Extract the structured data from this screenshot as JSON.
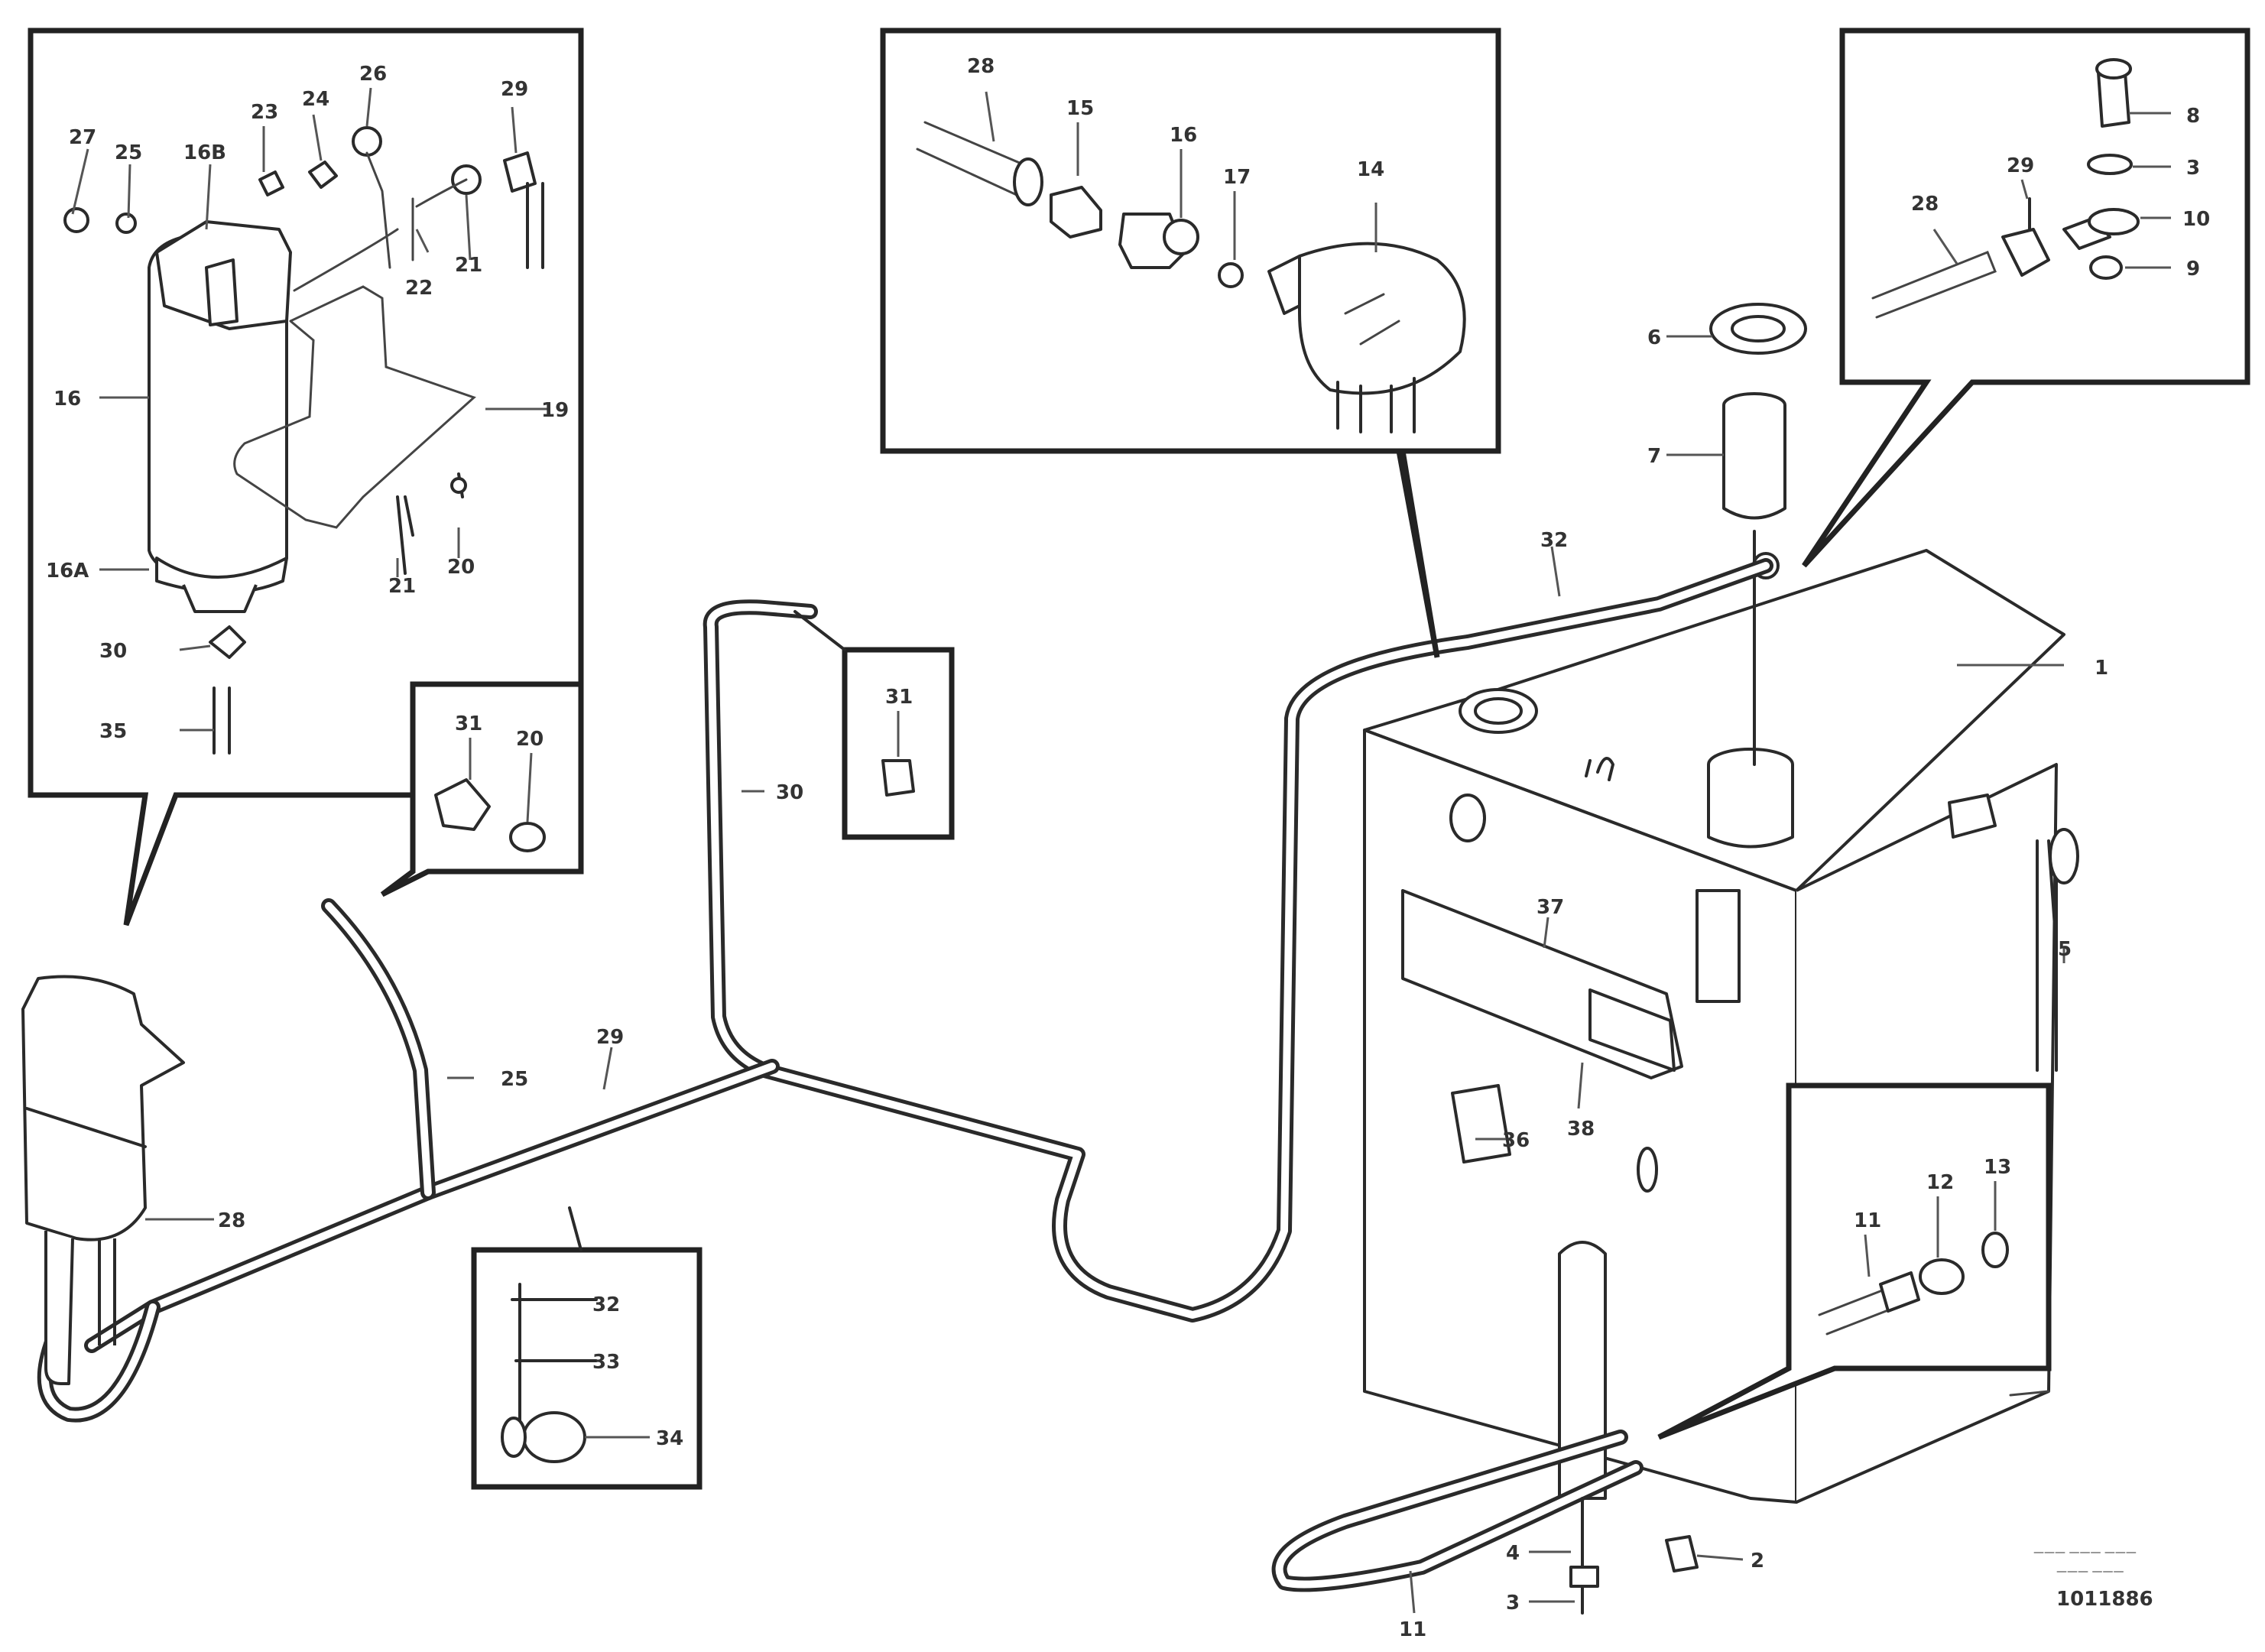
{
  "labels": {
    "tl_27a": "27",
    "tl_25a": "25",
    "tl_16b": "16B",
    "tl_23": "23",
    "tl_24": "24",
    "tl_26": "26",
    "tl_29": "29",
    "tl_22": "22",
    "tl_21": "21",
    "tl_16": "16",
    "tl_19": "19",
    "tl_16a": "16A",
    "tl_21b": "21",
    "tl_20": "20",
    "tl_30": "30",
    "tl_35": "35",
    "tm_28": "28",
    "tm_15": "15",
    "tm_16": "16",
    "tm_17": "17",
    "tm_14": "14",
    "tr_8": "8",
    "tr_3": "3",
    "tr_10": "10",
    "tr_9": "9",
    "tr_28": "28",
    "tr_29": "29",
    "sm_31": "31",
    "sm_20": "20",
    "mid_30": "30",
    "mid_31": "31",
    "bl_25": "25",
    "bl_29": "29",
    "bl_28": "28",
    "bb_32": "32",
    "bb_33": "33",
    "bb_34": "34",
    "tank_6": "6",
    "tank_7": "7",
    "tank_32": "32",
    "tank_1": "1",
    "tank_5": "5",
    "tank_37": "37",
    "tank_38": "38",
    "tank_36": "36",
    "br_11": "11",
    "br_12": "12",
    "br_13": "13",
    "bot_4": "4",
    "bot_2": "2",
    "bot_3": "3",
    "bot_11": "11"
  },
  "footer": {
    "line1": "——— ——— ———",
    "line2": "——— ———",
    "code": "1011886"
  }
}
